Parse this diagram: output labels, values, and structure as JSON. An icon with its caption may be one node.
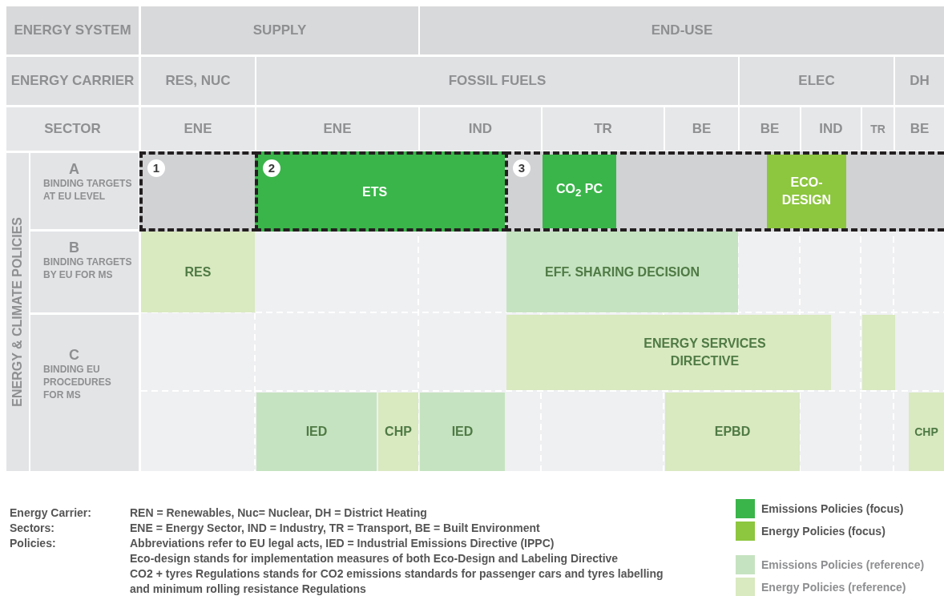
{
  "diagram": {
    "nodes": [
      {
        "text": [
          "ENERGY SYSTEM"
        ]
      },
      {
        "text": [
          "SUPPLY"
        ]
      },
      {
        "text": [
          "END-USE"
        ]
      },
      {
        "text": [
          "ENERGY CARRIER"
        ]
      },
      {
        "text": [
          "RES, NUC"
        ]
      },
      {
        "text": [
          "FOSSIL FUELS"
        ]
      },
      {
        "text": [
          "ELEC"
        ]
      },
      {
        "text": [
          "DH"
        ]
      },
      {
        "text": [
          "SECTOR"
        ]
      },
      {
        "text": [
          "ENE"
        ]
      },
      {
        "text": [
          "ENE"
        ]
      },
      {
        "text": [
          "IND"
        ]
      },
      {
        "text": [
          "TR"
        ]
      },
      {
        "text": [
          "BE"
        ]
      },
      {
        "text": [
          "BE"
        ]
      },
      {
        "text": [
          "IND"
        ]
      },
      {
        "text": [
          "TR"
        ]
      },
      {
        "text": [
          "BE"
        ]
      },
      {
        "text": [
          "ENERGY & CLIMATE POLICIES"
        ]
      },
      {
        "text": [
          "A",
          "BINDING TARGETS AT EU LEVEL"
        ]
      },
      {
        "text": [
          "B",
          "BINDING TARGETS BY EU FOR MS"
        ]
      },
      {
        "text": [
          "C",
          "BINDING EU PROCEDURES FOR MS"
        ]
      },
      {
        "text": [
          "1"
        ]
      },
      {
        "text": [
          "2",
          "ETS"
        ]
      },
      {
        "text": [
          "3"
        ]
      },
      {
        "text": [
          "CO$_{2}$ PC"
        ],
        "in": 24
      },
      {
        "text": [
          "ECO-DESIGN"
        ],
        "in": 24
      },
      {
        "text": [
          "RES"
        ]
      },
      {
        "text": [
          "EFF. SHARING DECISION"
        ]
      },
      {
        "text": [
          "ENERGY SERVICES DIRECTIVE"
        ]
      },
      {
        "text": [],
        "shape": "box"
      },
      {
        "text": [
          "IED"
        ]
      },
      {
        "text": [
          "CHP"
        ]
      },
      {
        "text": [
          "IED"
        ]
      },
      {
        "text": [
          "EPBD"
        ]
      },
      {
        "text": [
          "CHP"
        ]
      }
    ],
    "labels": [
      "Energy Carrier:",
      "REN = Renewables,  Nuc= Nuclear,  DH = District Heating",
      "Sectors:",
      "ENE = Energy Sector,  IND = Industry,  TR = Transport, BE = Built Environment",
      "Policies:",
      "Abbreviations refer to EU legal acts, IED = Industrial Emissions Directive (IPPC)",
      "Eco-design stands for implementation measures of both Eco-Design and Labeling Directive",
      "CO2 + tyres Regulations stands for CO2 emissions standards for passenger cars and tyres labelling and minimum rolling resistance Regulations"
    ],
    "legend": [
      {
        "text": "Emissions Policies  (focus)",
        "color": "#3ab54a"
      },
      {
        "text": "Energy Policies (focus)",
        "color": "#8dc63f"
      },
      {
        "text": "Emissions Policies (reference)",
        "color": "#c5e3c0"
      },
      {
        "text": "Energy Policies (reference)",
        "color": "#d9e9c0"
      }
    ]
  }
}
